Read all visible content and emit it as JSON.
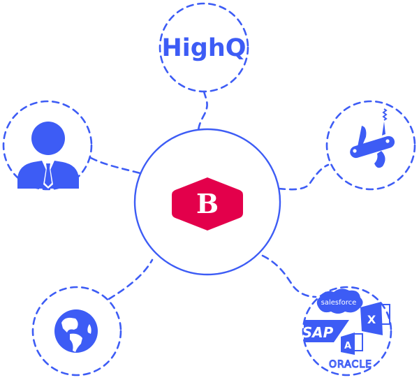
{
  "colors": {
    "primary": "#3D5CF5",
    "brand_red": "#E3004B",
    "white": "#FFFFFF"
  },
  "hub": {
    "name": "B logo",
    "letter": "B"
  },
  "nodes": {
    "highq": {
      "label": "HighQ"
    },
    "person": {
      "icon": "businessman-icon"
    },
    "tools": {
      "icon": "swiss-army-knife-icon"
    },
    "globe": {
      "icon": "globe-icon"
    },
    "integrations": {
      "salesforce": "salesforce",
      "sap": "SAP",
      "excel": "X",
      "access": "A",
      "oracle": "ORACLE"
    }
  }
}
